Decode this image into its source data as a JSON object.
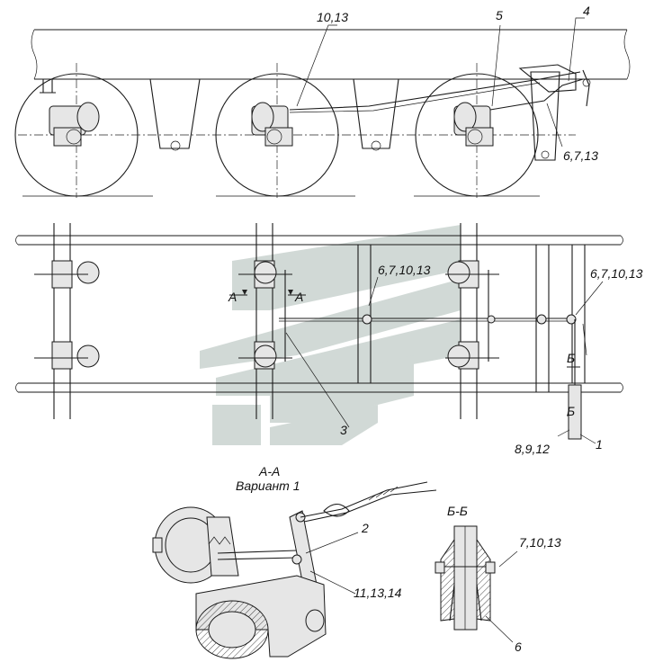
{
  "drawing": {
    "callouts": {
      "top_10_13": "10,13",
      "top_5": "5",
      "top_4": "4",
      "top_6_7_13": "6,7,13",
      "plan_6_7_10_13_a": "6,7,10,13",
      "plan_6_7_10_13_b": "6,7,10,13",
      "plan_3": "3",
      "plan_1": "1",
      "plan_8_9_12": "8,9,12",
      "plan_A_left": "A",
      "plan_A_right": "A",
      "plan_B_top": "Б",
      "plan_B_bottom": "Б",
      "detail_2": "2",
      "detail_11_13_14": "11,13,14",
      "section_7_10_13": "7,10,13",
      "section_6": "6"
    },
    "section_aa": {
      "title": "А-А",
      "subtitle": "Вариант 1"
    },
    "section_bb": {
      "title": "Б-Б"
    },
    "watermark": {
      "color": "#c9d3cf"
    }
  }
}
